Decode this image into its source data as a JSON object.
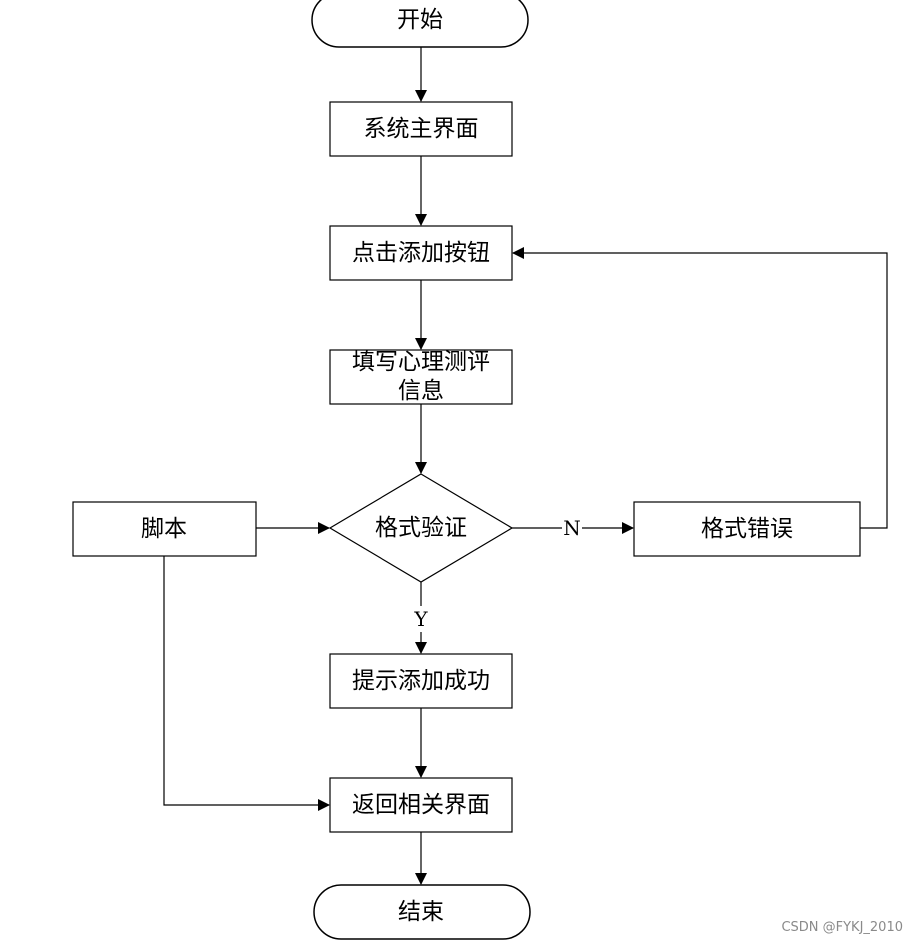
{
  "flowchart": {
    "nodes": {
      "start": "开始",
      "main_ui": "系统主界面",
      "click_add": "点击添加按钮",
      "fill_info_line1": "填写心理测评",
      "fill_info_line2": "信息",
      "validate": "格式验证",
      "script": "脚本",
      "format_error": "格式错误",
      "success": "提示添加成功",
      "return": "返回相关界面",
      "end": "结束"
    },
    "edge_labels": {
      "no": "N",
      "yes": "Y"
    },
    "colors": {
      "stroke": "#000000",
      "fill": "#ffffff",
      "text": "#000000"
    }
  },
  "watermark": "CSDN @FYKJ_2010"
}
